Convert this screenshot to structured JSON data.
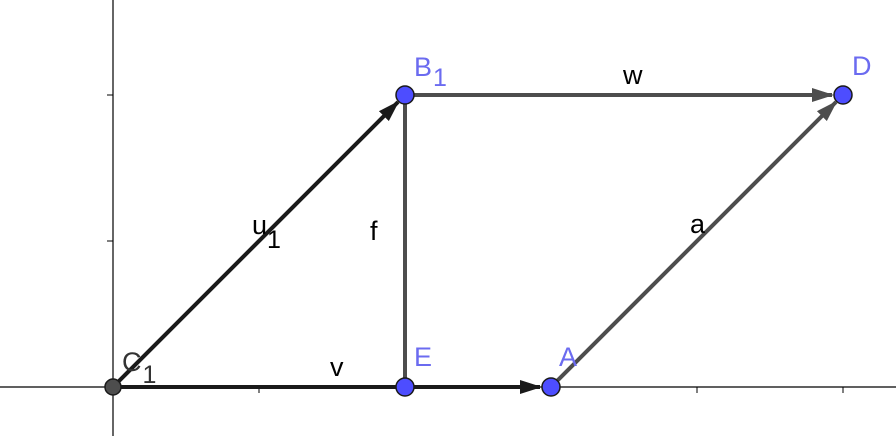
{
  "points": {
    "C": {
      "name": "C",
      "sub": "1",
      "color": "#333333"
    },
    "E": {
      "name": "E",
      "color": "#6b6bf0"
    },
    "A": {
      "name": "A",
      "color": "#6b6bf0"
    },
    "B": {
      "name": "B",
      "sub": "1",
      "color": "#6b6bf0"
    },
    "D": {
      "name": "D",
      "color": "#6b6bf0"
    }
  },
  "vectors": {
    "u": {
      "name": "u",
      "sub": "1"
    },
    "v": {
      "name": "v"
    },
    "w": {
      "name": "w"
    },
    "a": {
      "name": "a"
    }
  },
  "segments": {
    "f": {
      "name": "f"
    }
  },
  "colors": {
    "axis": "#000000",
    "vector_dark": "#1a1a1a",
    "vector_gray": "#4d4d4d",
    "point_fill": "#4d4dff",
    "point_stroke": "#1a1a1a",
    "label_black": "#000000"
  }
}
